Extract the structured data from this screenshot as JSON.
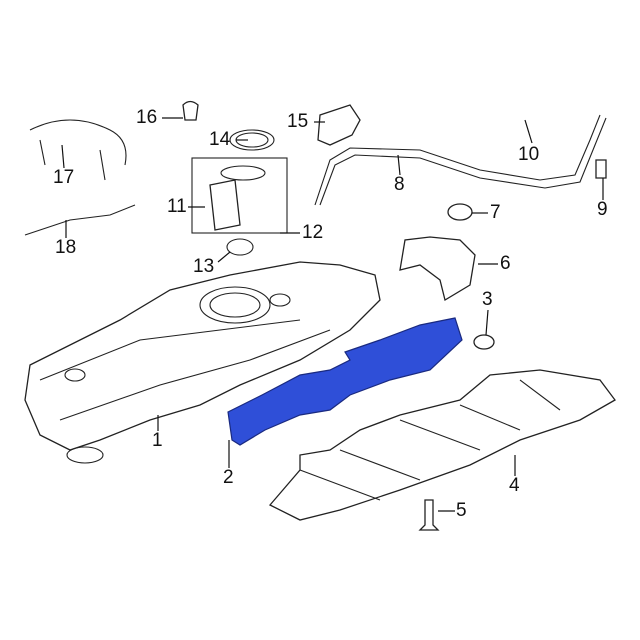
{
  "diagram": {
    "title": "Fuel tank assembly parts diagram",
    "highlight_color": "#2f4fd8",
    "callouts": [
      {
        "id": "1",
        "label": "1"
      },
      {
        "id": "2",
        "label": "2"
      },
      {
        "id": "3",
        "label": "3"
      },
      {
        "id": "4",
        "label": "4"
      },
      {
        "id": "5",
        "label": "5"
      },
      {
        "id": "6",
        "label": "6"
      },
      {
        "id": "7",
        "label": "7"
      },
      {
        "id": "8",
        "label": "8"
      },
      {
        "id": "9",
        "label": "9"
      },
      {
        "id": "10",
        "label": "10"
      },
      {
        "id": "11",
        "label": "11"
      },
      {
        "id": "12",
        "label": "12"
      },
      {
        "id": "13",
        "label": "13"
      },
      {
        "id": "14",
        "label": "14"
      },
      {
        "id": "15",
        "label": "15"
      },
      {
        "id": "16",
        "label": "16"
      },
      {
        "id": "17",
        "label": "17"
      },
      {
        "id": "18",
        "label": "18"
      }
    ]
  }
}
